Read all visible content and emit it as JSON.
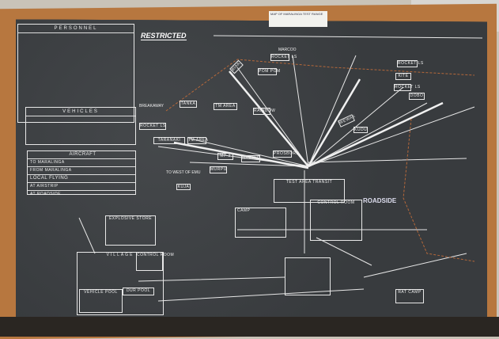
{
  "sticker_text": "MAP OF MARALINGA TEST RANGE",
  "heading": "RESTRICTED",
  "panels": {
    "personnel": "PERSONNEL",
    "vehicles": "VEHICLES"
  },
  "aircraft": {
    "title": "AIRCRAFT",
    "rows": [
      "TO MARALINGA",
      "FROM MARALINGA",
      "LOCAL FLYING",
      "AT AIRSTRIP",
      "AT ROADSIDE"
    ]
  },
  "sites": {
    "breakaway": "BREAKAWAY",
    "tanka": "TANKA",
    "rocket_ls": "ROCKET LS",
    "taranaki": "TARANAKI",
    "tm_area": "TM AREA",
    "tm_area2": "TM AREA",
    "rainbow": "RAINBOW",
    "marcoo": "MARCOO",
    "rocket_ls2": "ROCKET LS",
    "pom_pom": "POM POM",
    "biak": "BIAK",
    "kite": "KITE",
    "rocket_ls3": "ROCKET LS",
    "rocket_ls4": "ROCKET LS",
    "dobo": "DOBO",
    "wewak": "WEWAK",
    "kuja": "KUJA",
    "kudu": "KUDU",
    "mp3": "MP 3",
    "maring": "MARING",
    "murpu": "MURPU",
    "prosbore": "PROSBORE",
    "test_area_transit": "TEST AREA TRANSIT",
    "roadside": "ROADSIDE",
    "camp": "CAMP",
    "control_room": "CONTROL ROOM",
    "explosive_store": "EXPLOSIVE STORE",
    "village": "VILLAGE",
    "control_room2": "CONTROL ROOM",
    "vehicle_pool": "VEHICLE POOL",
    "dur_pool": "DUR POOL",
    "rat_camp": "RAT CAMP",
    "to_west": "TO WEST OF EMU"
  },
  "colors": {
    "board": "#3b3e41",
    "frame": "#b7773f",
    "chalk": "#e8e8e8",
    "track": "#b5683a"
  }
}
